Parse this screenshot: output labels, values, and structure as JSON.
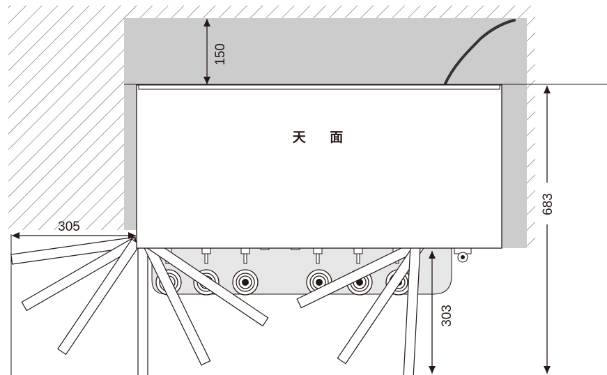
{
  "dimensions": {
    "top_clearance": "150",
    "side_clearance": "305",
    "depth": "683",
    "front_clearance": "303"
  },
  "top_face_label": "天 面",
  "colors": {
    "line": "#231815",
    "wall_shade": "#cccccc",
    "hatch": "#555555",
    "background": "#ffffff",
    "unit_fill": "#ffffff",
    "manifold_fill": "#e6e6e6"
  },
  "visual": {
    "connector_count": 6,
    "drain_port_count": 6,
    "swing_hose_count": 8
  }
}
